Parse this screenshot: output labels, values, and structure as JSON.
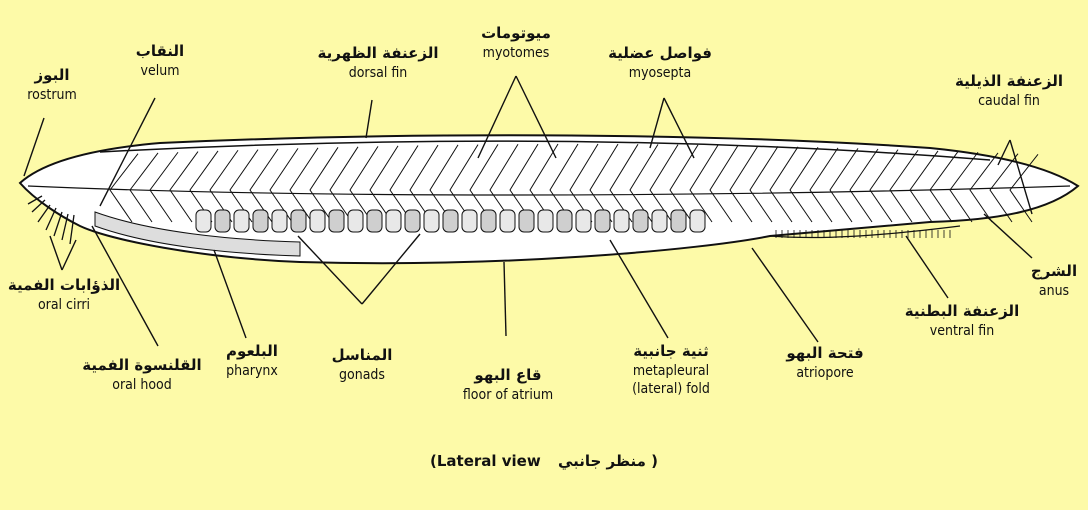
{
  "labels": {
    "rostrum": {
      "ar": "البوز",
      "en": "rostrum"
    },
    "velum": {
      "ar": "النقاب",
      "en": "velum"
    },
    "dorsal_fin": {
      "ar": "الزعنفة الظهرية",
      "en": "dorsal fin"
    },
    "myotomes": {
      "ar": "ميوتومات",
      "en": "myotomes"
    },
    "myosepta": {
      "ar": "فواصل عضلية",
      "en": "myosepta"
    },
    "caudal_fin": {
      "ar": "الزعنفة الذيلية",
      "en": "caudal fin"
    },
    "oral_cirri": {
      "ar": "الذؤابات الفمية",
      "en": "oral cirri"
    },
    "oral_hood": {
      "ar": "القلنسوة الفمية",
      "en": "oral hood"
    },
    "pharynx": {
      "ar": "البلعوم",
      "en": "pharynx"
    },
    "gonads": {
      "ar": "المناسل",
      "en": "gonads"
    },
    "floor_of_atrium": {
      "ar": "قاع البهو",
      "en": "floor of atrium"
    },
    "metapleural_fold": {
      "ar": "ثنية جانبية",
      "en": "metapleural",
      "en2": "(lateral) fold"
    },
    "atriopore": {
      "ar": "فتحة البهو",
      "en": "atriopore"
    },
    "ventral_fin": {
      "ar": "الزعنفة البطنية",
      "en": "ventral fin"
    },
    "anus": {
      "ar": "الشرج",
      "en": "anus"
    }
  },
  "caption": {
    "en": "(Lateral view",
    "ar": "منظر جانبي )"
  },
  "colors": {
    "background": "#fdfaa8",
    "ink": "#111111",
    "body": "#ffffff"
  }
}
